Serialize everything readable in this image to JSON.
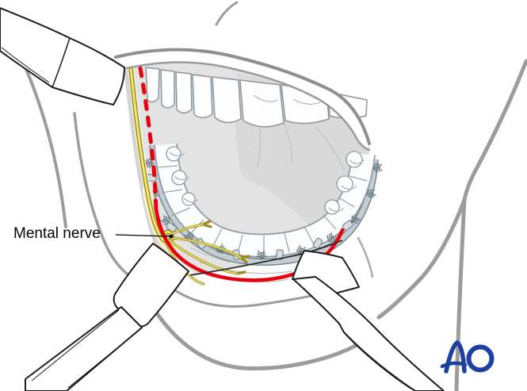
{
  "figure": {
    "annotation": {
      "label": "Mental nerve"
    },
    "logo": {
      "text": "AO",
      "color": "#1d3f9f"
    },
    "colors": {
      "incision_red": "#e8000f",
      "nerve_yellow": "#f3e879",
      "nerve_outline": "#97841a",
      "sketch_grey": "#9c9c9c",
      "cavity_grey": "#e3e3e3",
      "arch_bar_steel": "#c3cdd3",
      "background": "#ffffff"
    },
    "parts": [
      "cheek-retractor-top-left",
      "lip-retractor-bottom-left",
      "lip-retractor-bottom-right",
      "upper-teeth",
      "lower-dental-arch-with-arch-bar",
      "mental-nerve",
      "vestibular-incision-dashed",
      "vestibular-incision-solid"
    ]
  }
}
